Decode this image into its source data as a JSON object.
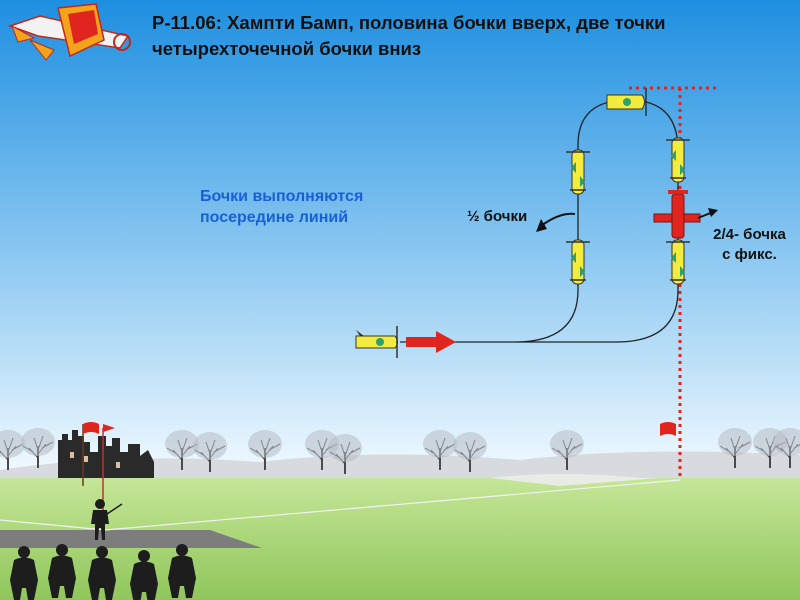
{
  "title": {
    "line1": "Р-11.06: Хампти Бамп, половина бочки вверх, две точки",
    "line2": "четырехточечной бочки вниз"
  },
  "note": {
    "line1": "Бочки выполняются",
    "line2": "посередине линий"
  },
  "labels": {
    "half_roll": "½ бочки",
    "quarter_roll_line1": "2/4- бочка",
    "quarter_roll_line2": "с фикс."
  },
  "colors": {
    "sky_top": "#1e8fe0",
    "sky_bottom": "#f4fbff",
    "grass": "#a4d36a",
    "aircraft_yellow": "#f4ec3c",
    "aircraft_red": "#e0251e",
    "guide_line_red": "#e0251e",
    "note_blue": "#1b5fd6"
  },
  "icons": {
    "logo": "aerobatic-airplane-icon",
    "entry_arrow": "red-arrow-icon",
    "spectators": "spectator-silhouette-icon",
    "flag": "red-flag-icon"
  }
}
